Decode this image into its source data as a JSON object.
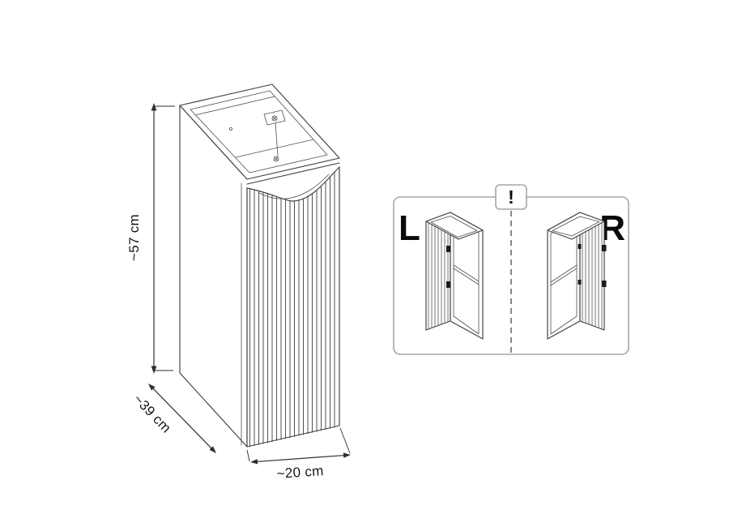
{
  "diagram": {
    "dimensions": {
      "height": "~57 cm",
      "depth": "~39 cm",
      "width": "~20 cm"
    },
    "orientation_panel": {
      "warning": "!",
      "left": "L",
      "right": "R"
    },
    "colors": {
      "line": "#3f3f3f",
      "panel_border": "#a6a6a6",
      "text": "#161616",
      "background": "#ffffff"
    }
  }
}
